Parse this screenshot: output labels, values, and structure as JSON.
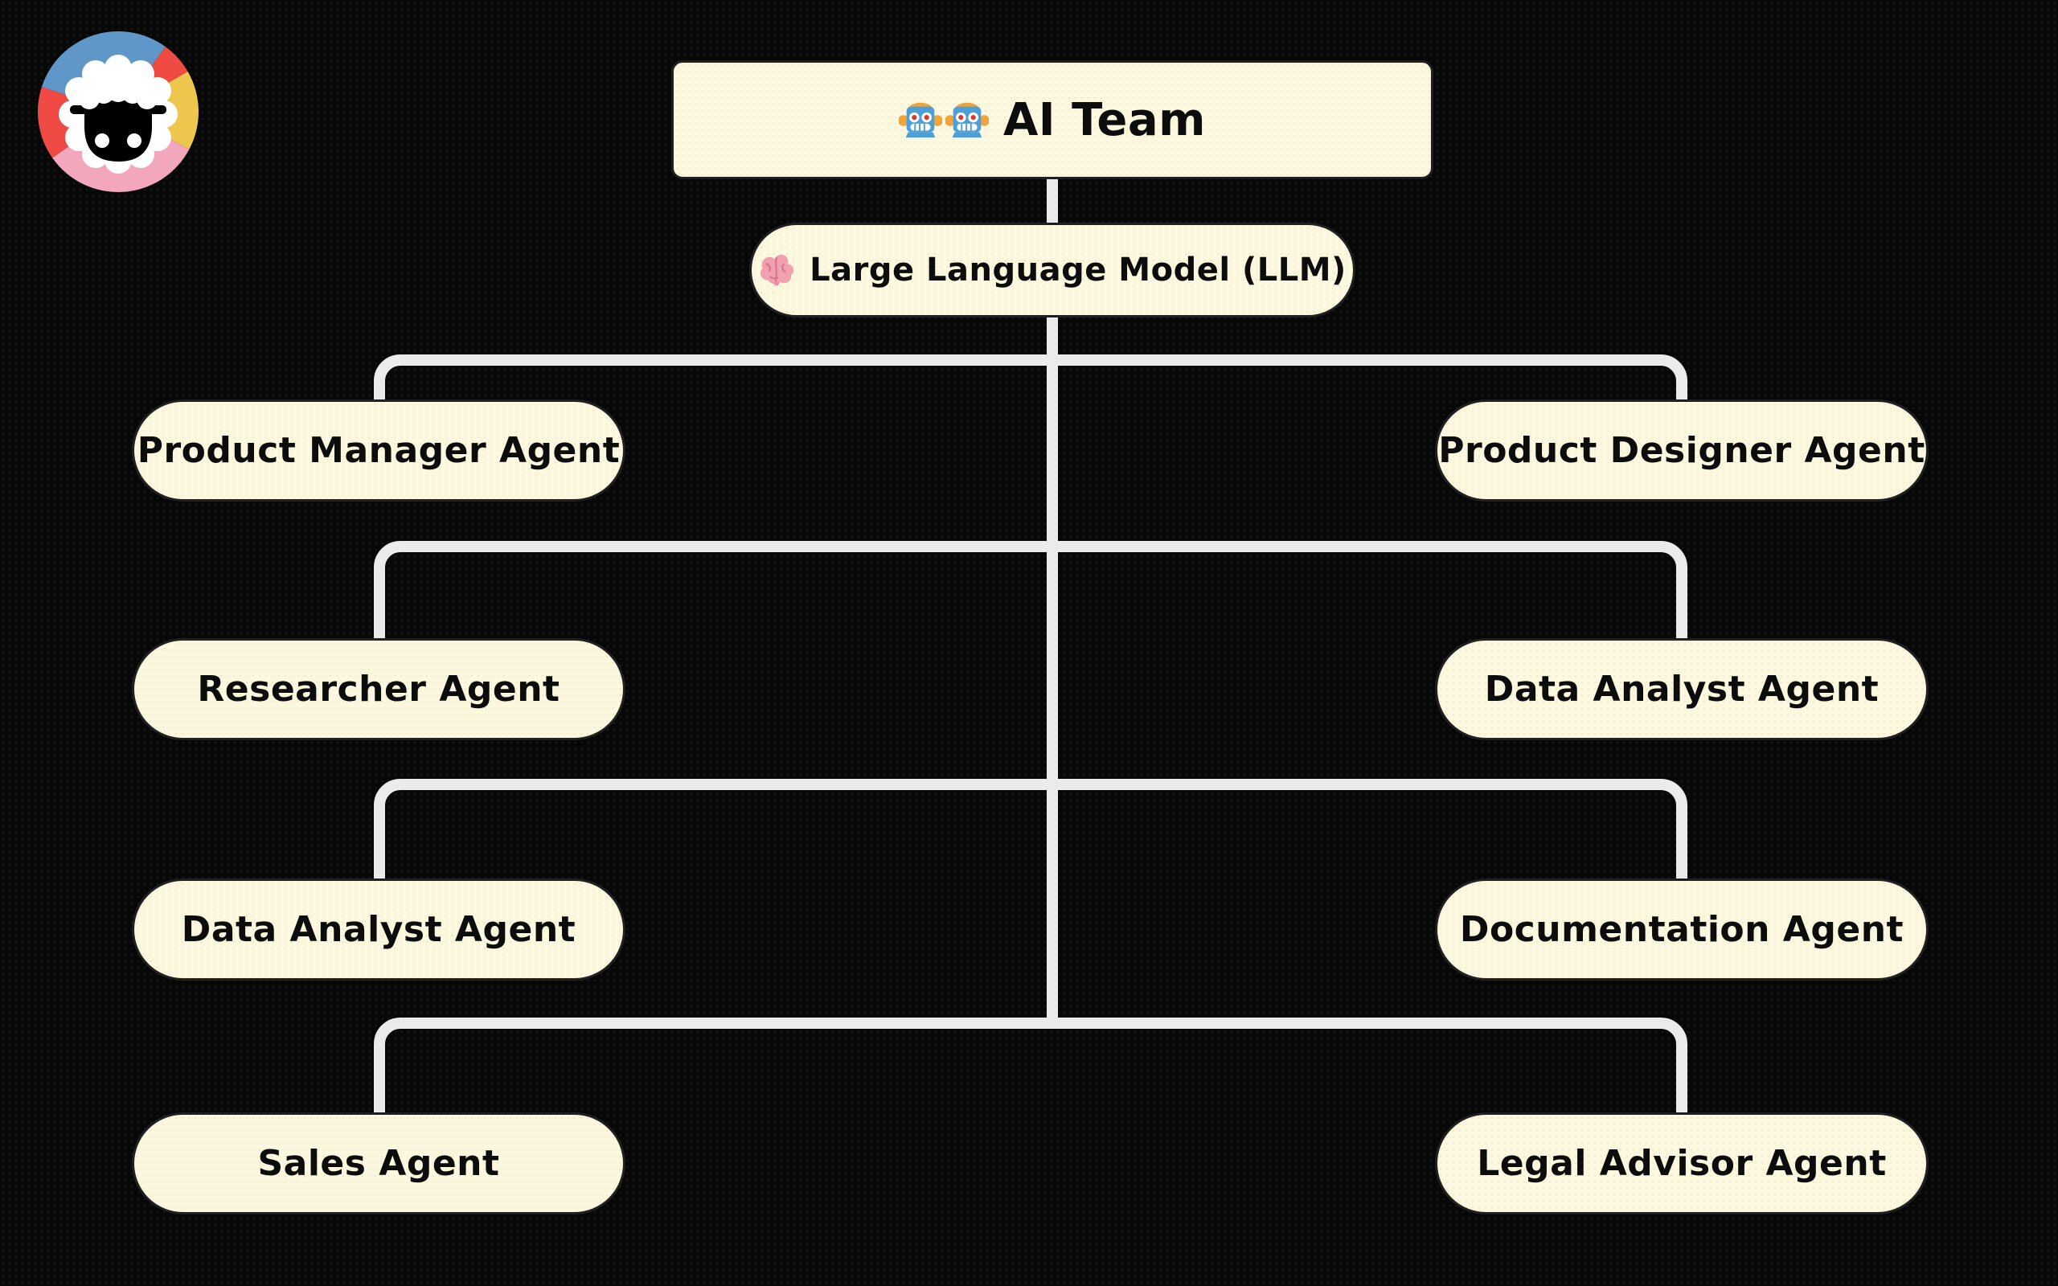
{
  "brand": {
    "logo_alt": "sheep mascot logo"
  },
  "diagram": {
    "root": {
      "label": "AI Team",
      "icon": "robot-icon"
    },
    "hub": {
      "label": "Large Language Model (LLM)",
      "icon": "brain-icon"
    },
    "agents": {
      "left": [
        "Product Manager Agent",
        "Researcher Agent",
        "Data Analyst Agent",
        "Sales Agent"
      ],
      "right": [
        "Product Designer Agent",
        "Data Analyst Agent",
        "Documentation Agent",
        "Legal Advisor Agent"
      ]
    }
  },
  "colors": {
    "background": "#070707",
    "node_fill": "#fcf8e0",
    "node_border": "#202020",
    "connector": "#ebebeb",
    "text": "#0c0c0c",
    "logo_blue": "#5e97c8",
    "logo_red": "#ef4b44",
    "logo_yellow": "#edc64d",
    "logo_pink": "#f2a7bc"
  }
}
